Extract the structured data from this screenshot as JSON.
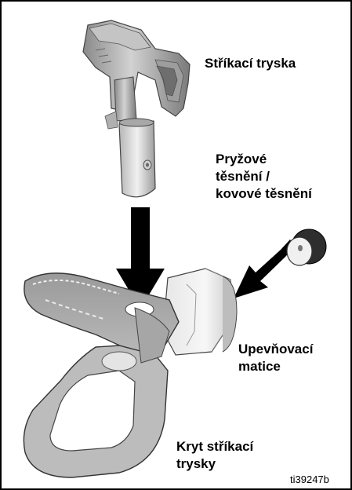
{
  "labels": {
    "spray_tip": "Stříkací tryska",
    "seal_line1": "Pryžové",
    "seal_line2": "těsnění /",
    "seal_line3": "kovové těsnění",
    "nut_line1": "Upevňovací",
    "nut_line2": "matice",
    "guard_line1": "Kryt stříkací",
    "guard_line2": "trysky"
  },
  "figure_id": "ti39247b"
}
